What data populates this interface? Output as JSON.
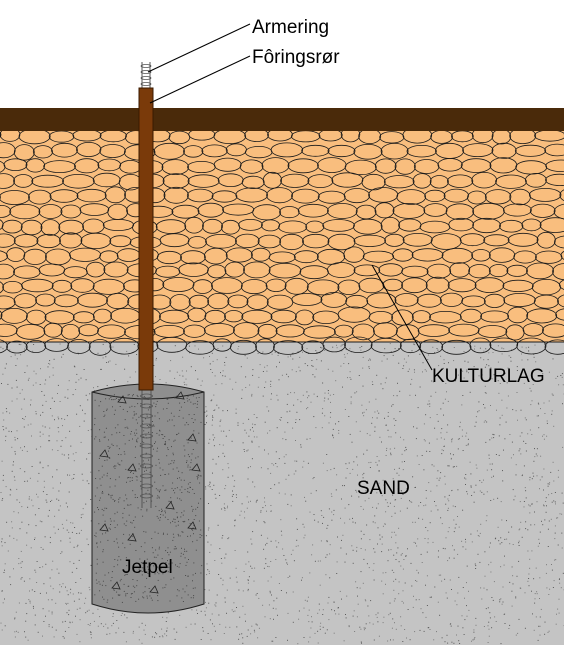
{
  "labels": {
    "armering": "Armering",
    "foringsror": "Fôringsrør",
    "kulturlag": "KULTURLAG",
    "sand": "SAND",
    "jetpel": "Jetpel"
  },
  "colors": {
    "topsoil": "#4a2a0a",
    "kulturlag_fill": "#f9be7e",
    "stone_outline": "#1a1a1a",
    "sand": "#c4c4c4",
    "jetpel": "#8f8f8f",
    "casing": "#7a3a0a",
    "rebar": "#555555",
    "leader": "#000000"
  }
}
